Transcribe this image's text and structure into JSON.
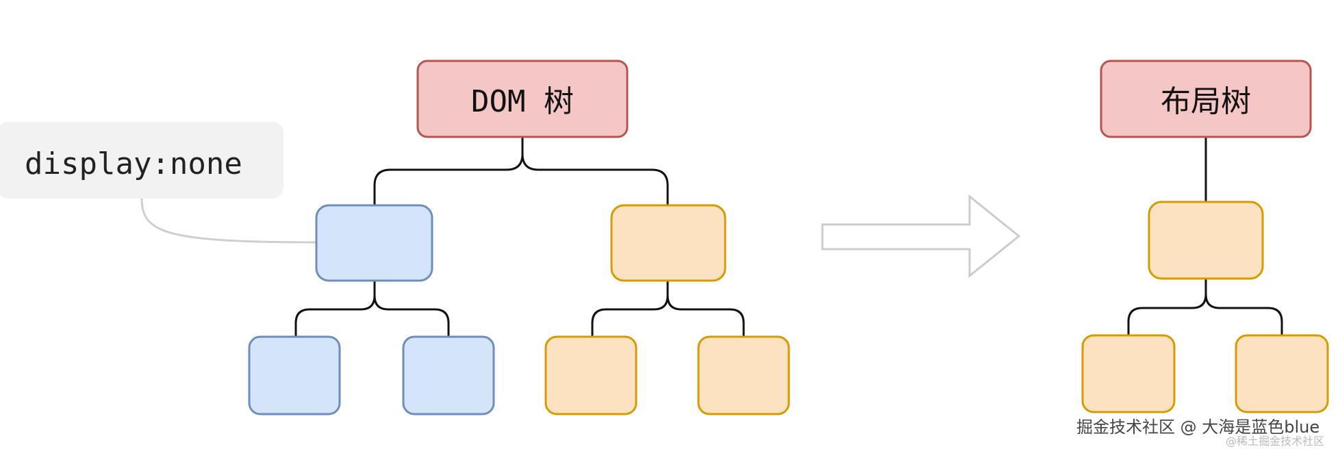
{
  "dom_tree": {
    "root_label": "DOM 树",
    "note_label": "display:none"
  },
  "layout_tree": {
    "root_label": "布局树"
  },
  "watermark": {
    "main": "掘金技术社区 @ 大海是蓝色blue",
    "sub": "@稀土掘金技术社区"
  },
  "colors": {
    "root_fill": "#f5c6c6",
    "root_stroke": "#b85450",
    "blue_fill": "#d4e4f9",
    "blue_stroke": "#6c8ebf",
    "orange_fill": "#fde2c2",
    "orange_stroke": "#d79b00",
    "note_fill": "#f2f2f2",
    "arrow_stroke": "#cccccc"
  }
}
